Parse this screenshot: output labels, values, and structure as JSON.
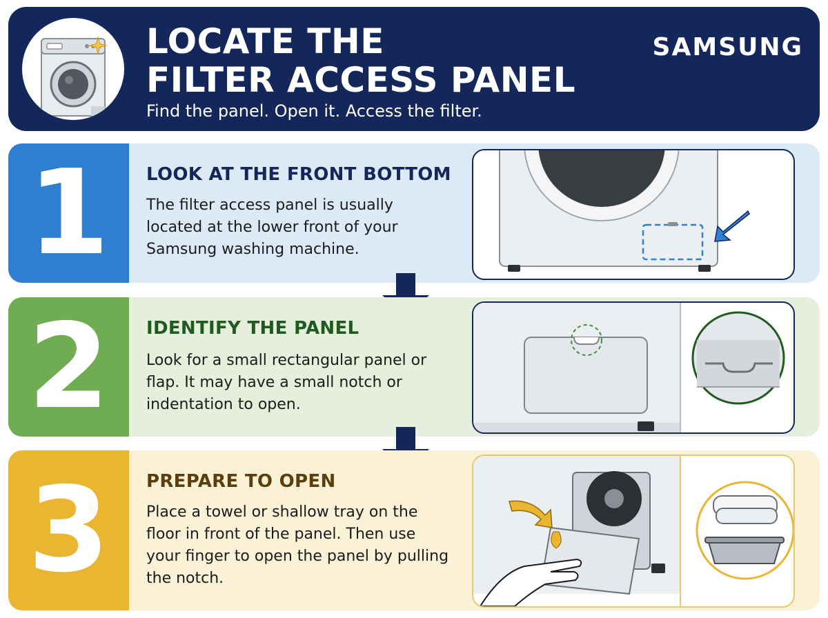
{
  "header": {
    "title_line1": "LOCATE THE",
    "title_line2": "FILTER ACCESS PANEL",
    "subtitle": "Find the panel. Open it. Access the filter.",
    "brand": "SAMSUNG"
  },
  "steps": [
    {
      "number": "1",
      "title": "LOOK AT THE FRONT BOTTOM",
      "description": "The filter access panel is usually located at the lower front of your Samsung washing machine."
    },
    {
      "number": "2",
      "title": "IDENTIFY THE PANEL",
      "description": "Look for a small rectangular panel or flap. It may have a small notch or indentation to open."
    },
    {
      "number": "3",
      "title": "PREPARE TO OPEN",
      "description": "Place a towel or shallow tray on the floor in front of the panel. Then use your finger to open the panel by pulling the notch."
    }
  ],
  "colors": {
    "header_bg": "#13275a",
    "step1_accent": "#2f7fd0",
    "step2_accent": "#6fac52",
    "step3_accent": "#eab530",
    "arrow": "#13275a"
  },
  "icons": [
    "washing-machine-icon",
    "sparkle-icon",
    "down-arrow-icon",
    "pointer-arrow-icon",
    "towel-icon",
    "tray-icon",
    "hand-icon"
  ]
}
